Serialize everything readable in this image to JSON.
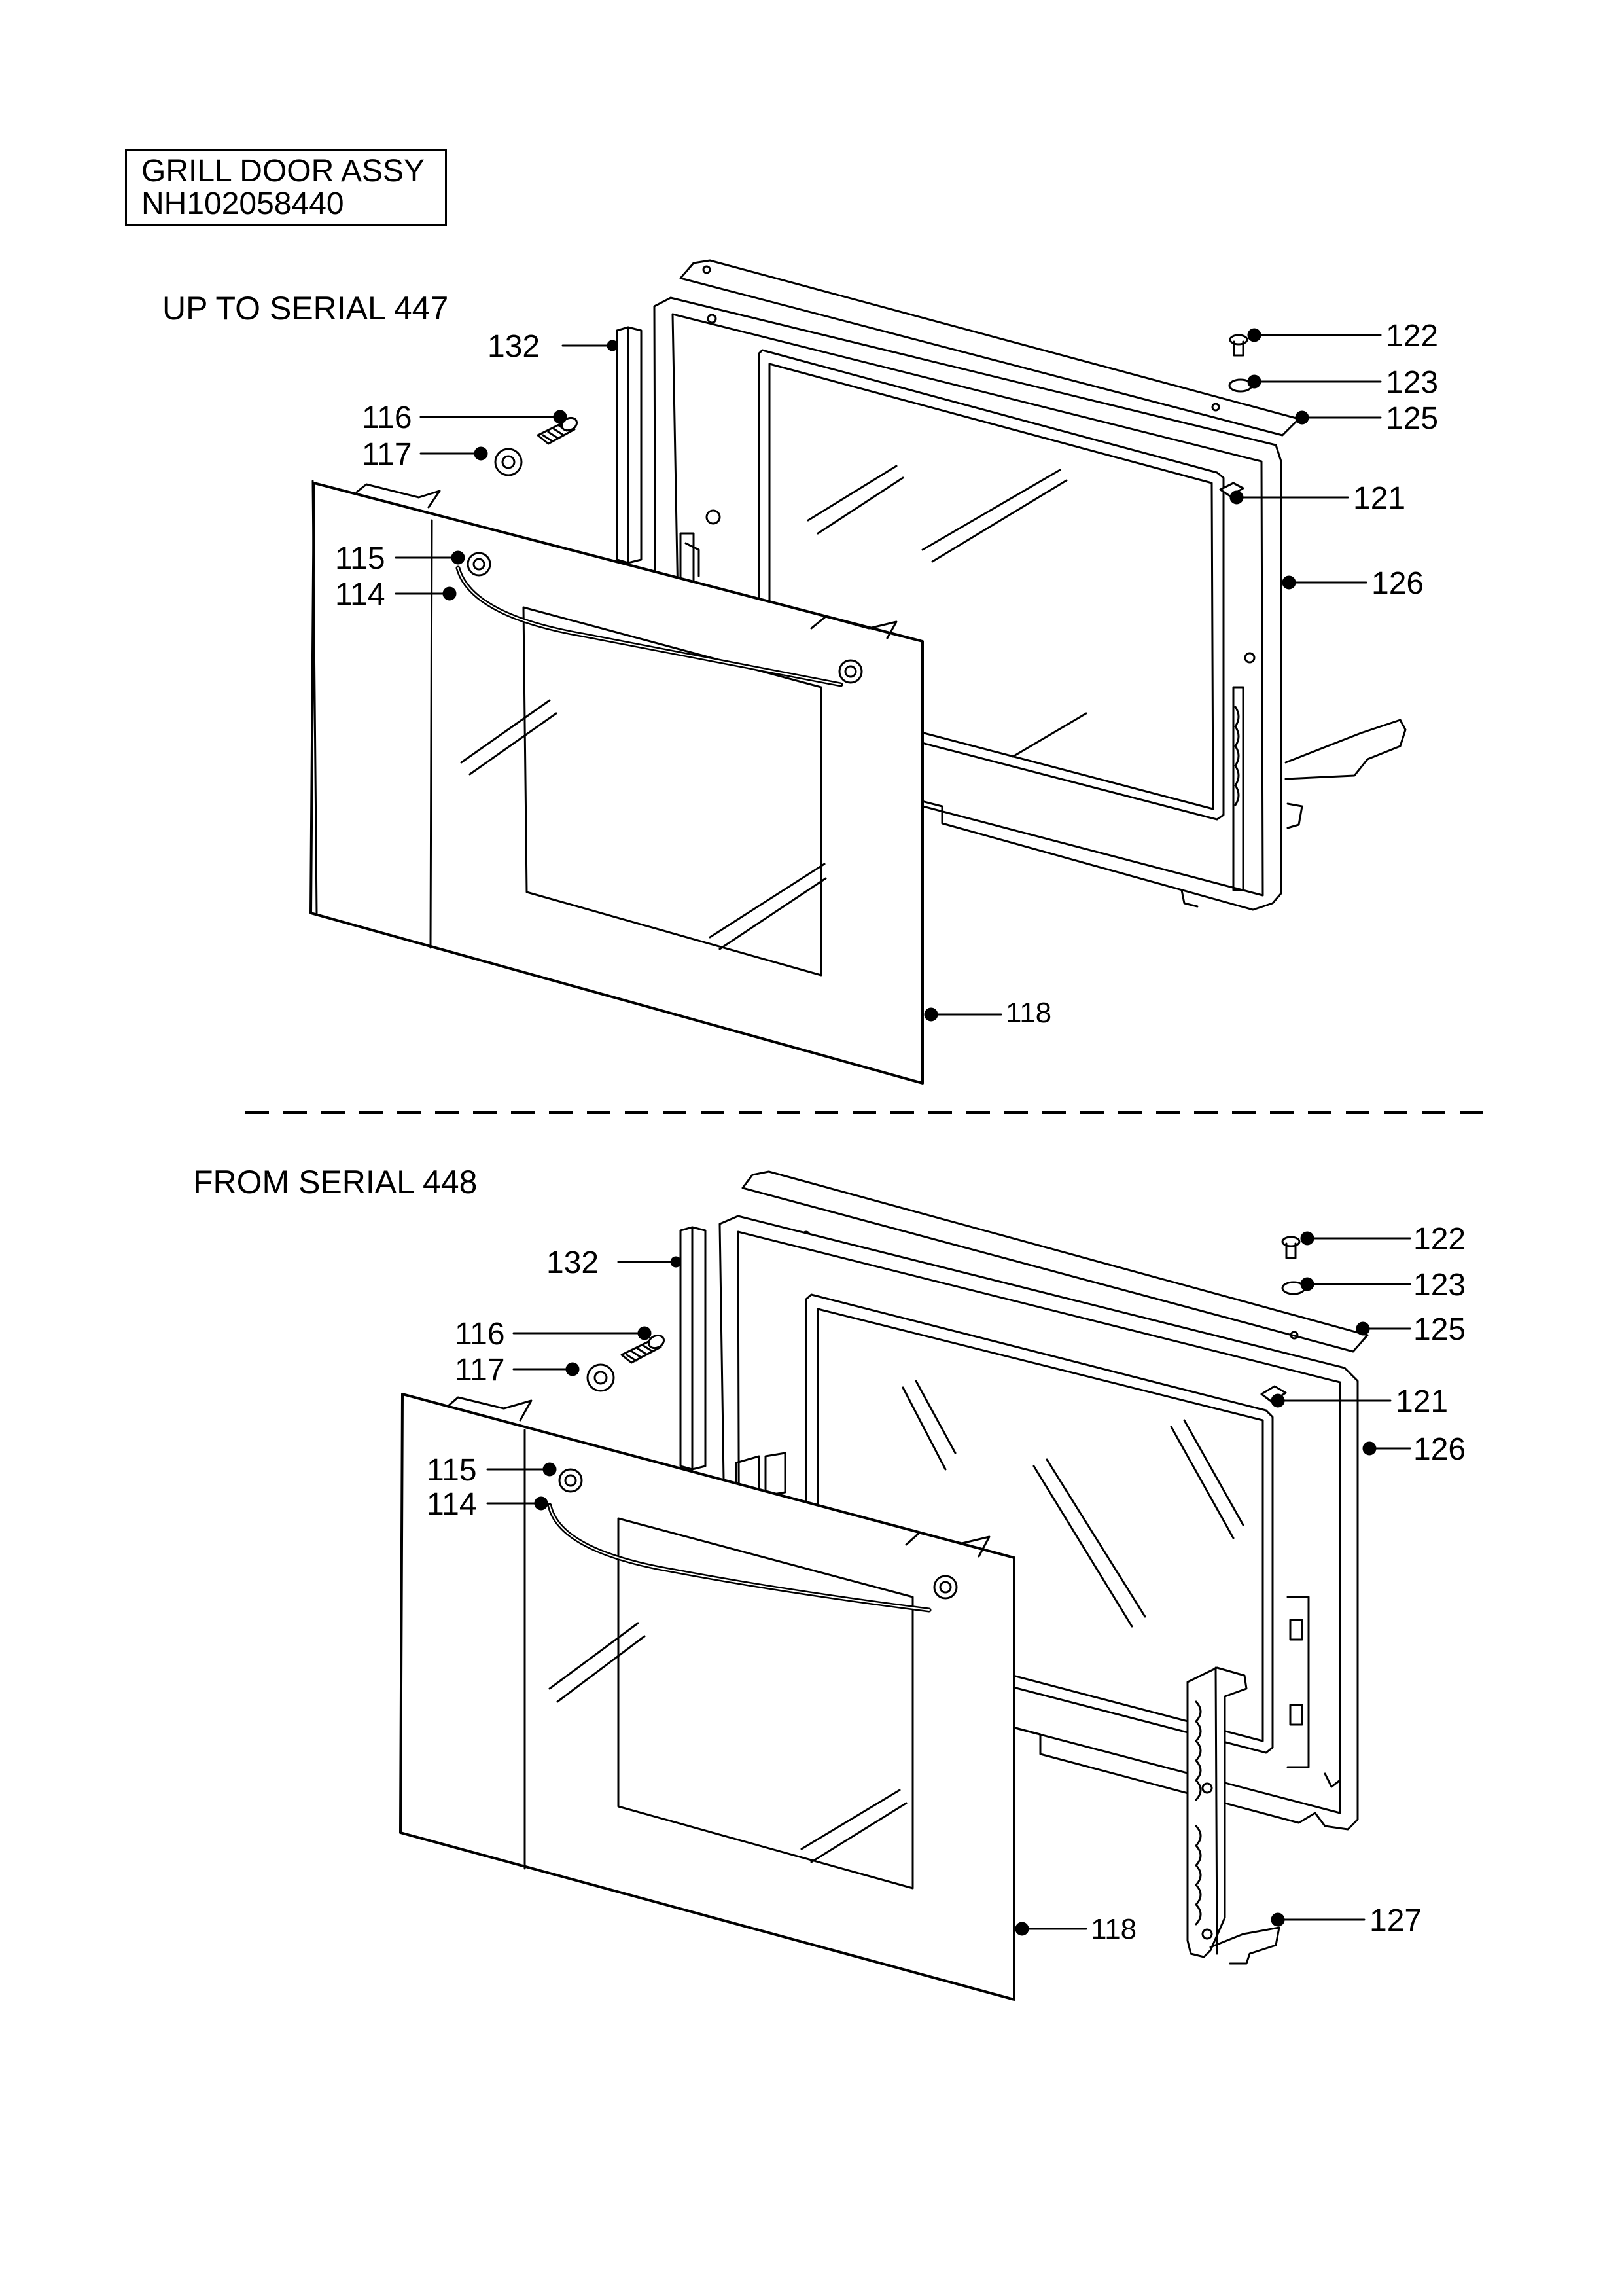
{
  "title_block": {
    "line1": "GRILL DOOR ASSY",
    "line2": "NH102058440"
  },
  "sections": {
    "top": "UP TO SERIAL 447",
    "bottom": "FROM SERIAL 448"
  },
  "callouts_top": {
    "c132": "132",
    "c116": "116",
    "c117": "117",
    "c115": "115",
    "c114": "114",
    "c118": "118",
    "c122": "122",
    "c123": "123",
    "c125": "125",
    "c121": "121",
    "c126": "126"
  },
  "callouts_bottom": {
    "c132": "132",
    "c116": "116",
    "c117": "117",
    "c115": "115",
    "c114": "114",
    "c118": "118",
    "c122": "122",
    "c123": "123",
    "c125": "125",
    "c121": "121",
    "c126": "126",
    "c127": "127"
  }
}
